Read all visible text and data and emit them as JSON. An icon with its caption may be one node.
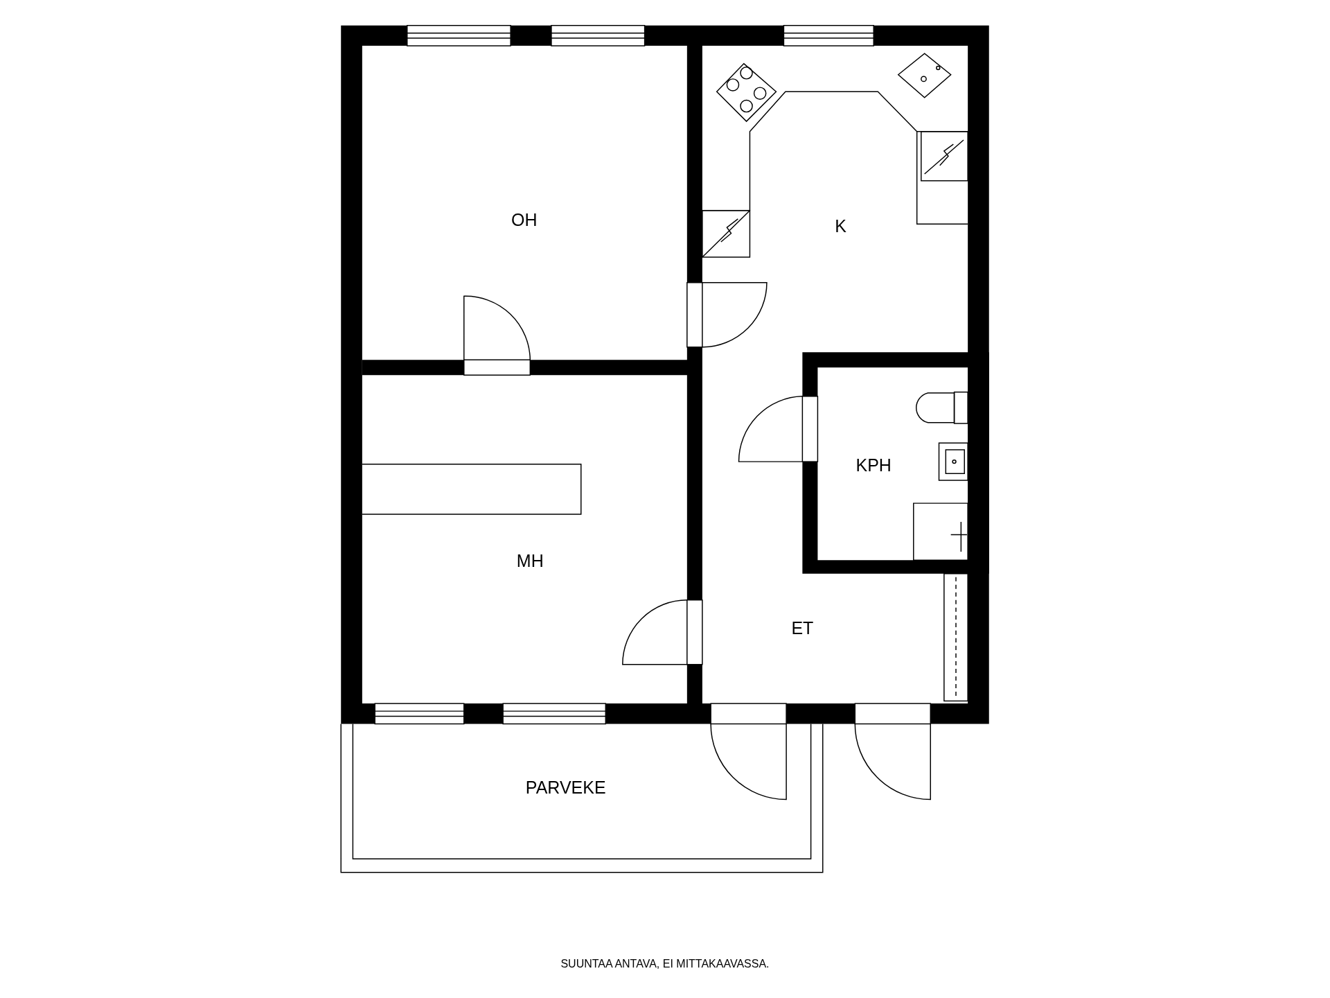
{
  "diagram": {
    "caption": "SUUNTAA ANTAVA, EI MITTAKAAVASSA.",
    "nodes": [
      {
        "text": [
          "OH"
        ]
      },
      {
        "text": [
          "K"
        ]
      },
      {
        "text": [
          "KPH"
        ]
      },
      {
        "text": [
          "MH"
        ]
      },
      {
        "text": [
          "ET"
        ]
      },
      {
        "text": [
          "PARVEKE"
        ]
      }
    ]
  }
}
